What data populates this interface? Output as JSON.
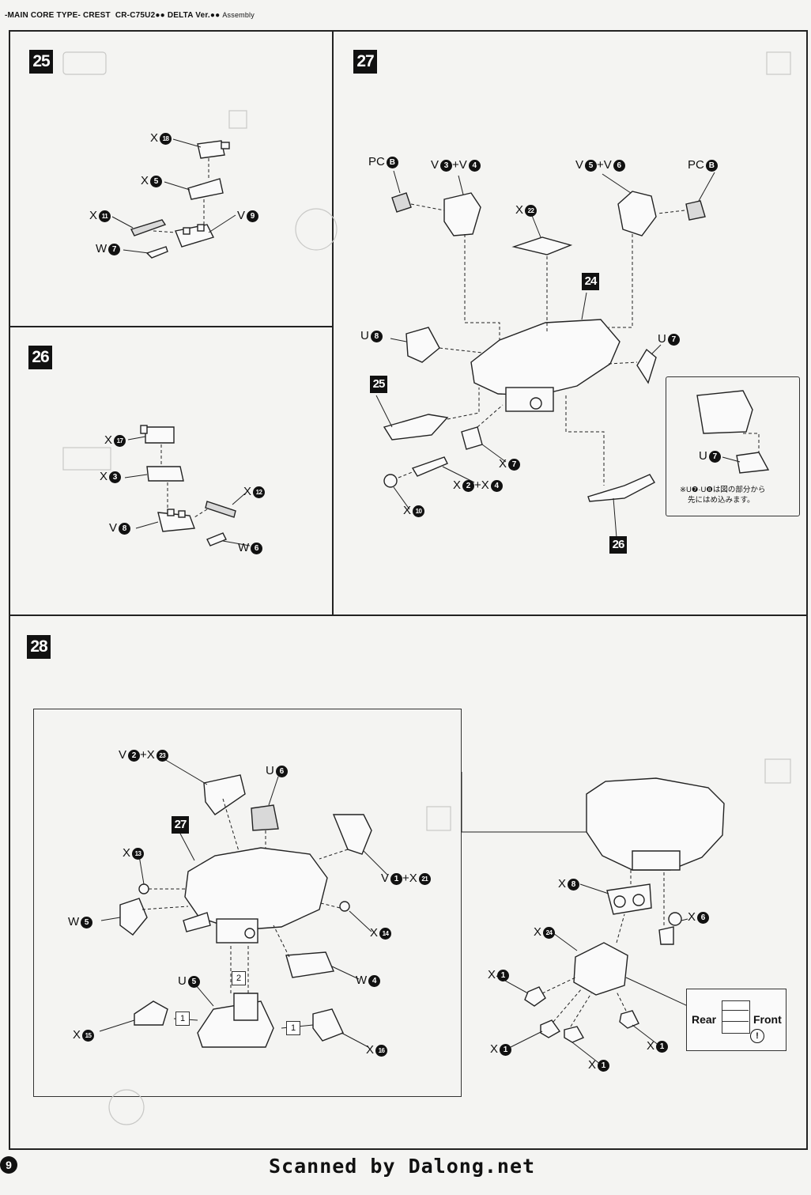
{
  "header": {
    "series": "-MAIN CORE TYPE- CREST",
    "model": "CR-C75U2",
    "version": "DELTA Ver.",
    "section": "Assembly"
  },
  "steps": {
    "s25": {
      "number": "25",
      "labels": {
        "x18": "X",
        "x18n": "18",
        "x5": "X",
        "x5n": "5",
        "x11": "X",
        "x11n": "11",
        "v9": "V",
        "v9n": "9",
        "w7": "W",
        "w7n": "7"
      }
    },
    "s26": {
      "number": "26",
      "labels": {
        "x17": "X",
        "x17n": "17",
        "x3": "X",
        "x3n": "3",
        "x12": "X",
        "x12n": "12",
        "v8": "V",
        "v8n": "8",
        "w6": "W",
        "w6n": "6"
      }
    },
    "s27": {
      "number": "27",
      "ref24": "24",
      "ref25": "25",
      "ref26": "26",
      "labels": {
        "pcb1": "PC",
        "pcb1n": "B",
        "v34": "V",
        "v34a": "3",
        "v34plus": "+V",
        "v34b": "4",
        "v56": "V",
        "v56a": "5",
        "v56plus": "+V",
        "v56b": "6",
        "pcb2": "PC",
        "pcb2n": "B",
        "x22": "X",
        "x22n": "22",
        "u8": "U",
        "u8n": "8",
        "u7": "U",
        "u7n": "7",
        "x7": "X",
        "x7n": "7",
        "x24": "X",
        "x24a": "2",
        "x24plus": "+X",
        "x24b": "4",
        "x10": "X",
        "x10n": "10",
        "inset_u7": "U",
        "inset_u7n": "7"
      },
      "note_line1": "※U❼·U❽は図の部分から",
      "note_line2": "先にはめ込みます。"
    },
    "s28": {
      "number": "28",
      "ref27": "27",
      "labels": {
        "v2x23": "V",
        "v2x23a": "2",
        "v2x23plus": "+X",
        "v2x23b": "23",
        "u6": "U",
        "u6n": "6",
        "v1x21": "V",
        "v1x21a": "1",
        "v1x21plus": "+X",
        "v1x21b": "21",
        "x13": "X",
        "x13n": "13",
        "w5": "W",
        "w5n": "5",
        "x14": "X",
        "x14n": "14",
        "w4": "W",
        "w4n": "4",
        "u5": "U",
        "u5n": "5",
        "x15": "X",
        "x15n": "15",
        "x16": "X",
        "x16n": "16",
        "x8": "X",
        "x8n": "8",
        "x6": "X",
        "x6n": "6",
        "x24": "X",
        "x24n": "24",
        "x1a": "X",
        "x1an": "1",
        "x1b": "X",
        "x1bn": "1",
        "x1c": "X",
        "x1cn": "1",
        "x1d": "X",
        "x1dn": "1"
      },
      "order": {
        "one": "1",
        "two": "2",
        "one_b": "1"
      },
      "legend": {
        "rear": "Rear",
        "front": "Front"
      }
    }
  },
  "page_number": "9",
  "footer": "Scanned by Dalong.net"
}
